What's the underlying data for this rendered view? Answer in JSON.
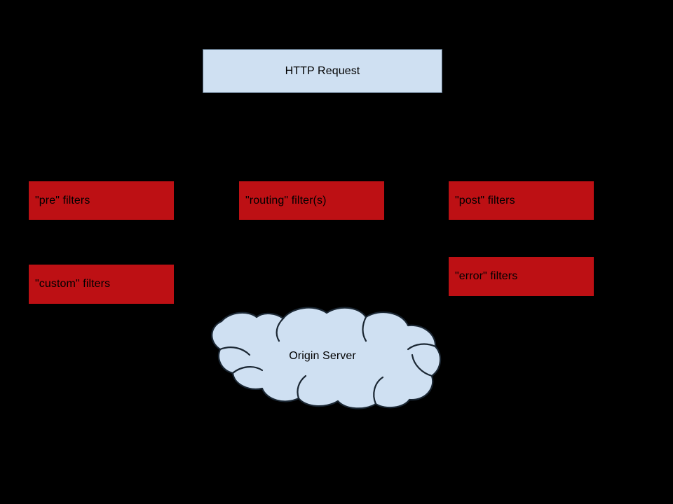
{
  "diagram": {
    "background_color": "#000000",
    "title": "",
    "nodes": [
      {
        "id": "http-request",
        "label": "HTTP Request",
        "shape": "rectangle",
        "fill": "#cfe0f2",
        "stroke": "#4f6377",
        "text_align": "center"
      },
      {
        "id": "pre-filters",
        "label": "\"pre\" filters",
        "shape": "rectangle",
        "fill": "#bd1014",
        "stroke": "#000000",
        "text_align": "left"
      },
      {
        "id": "routing-filters",
        "label": "\"routing\" filter(s)",
        "shape": "rectangle",
        "fill": "#bd1014",
        "stroke": "#000000",
        "text_align": "left"
      },
      {
        "id": "post-filters",
        "label": "\"post\" filters",
        "shape": "rectangle",
        "fill": "#bd1014",
        "stroke": "#000000",
        "text_align": "left"
      },
      {
        "id": "custom-filters",
        "label": "\"custom\" filters",
        "shape": "rectangle",
        "fill": "#bd1014",
        "stroke": "#000000",
        "text_align": "left"
      },
      {
        "id": "error-filters",
        "label": "\"error\" filters",
        "shape": "rectangle",
        "fill": "#bd1014",
        "stroke": "#000000",
        "text_align": "left"
      },
      {
        "id": "origin-server",
        "label": "Origin Server",
        "shape": "cloud",
        "fill": "#cfe0f2",
        "stroke": "#1b2733",
        "text_align": "center"
      }
    ]
  }
}
